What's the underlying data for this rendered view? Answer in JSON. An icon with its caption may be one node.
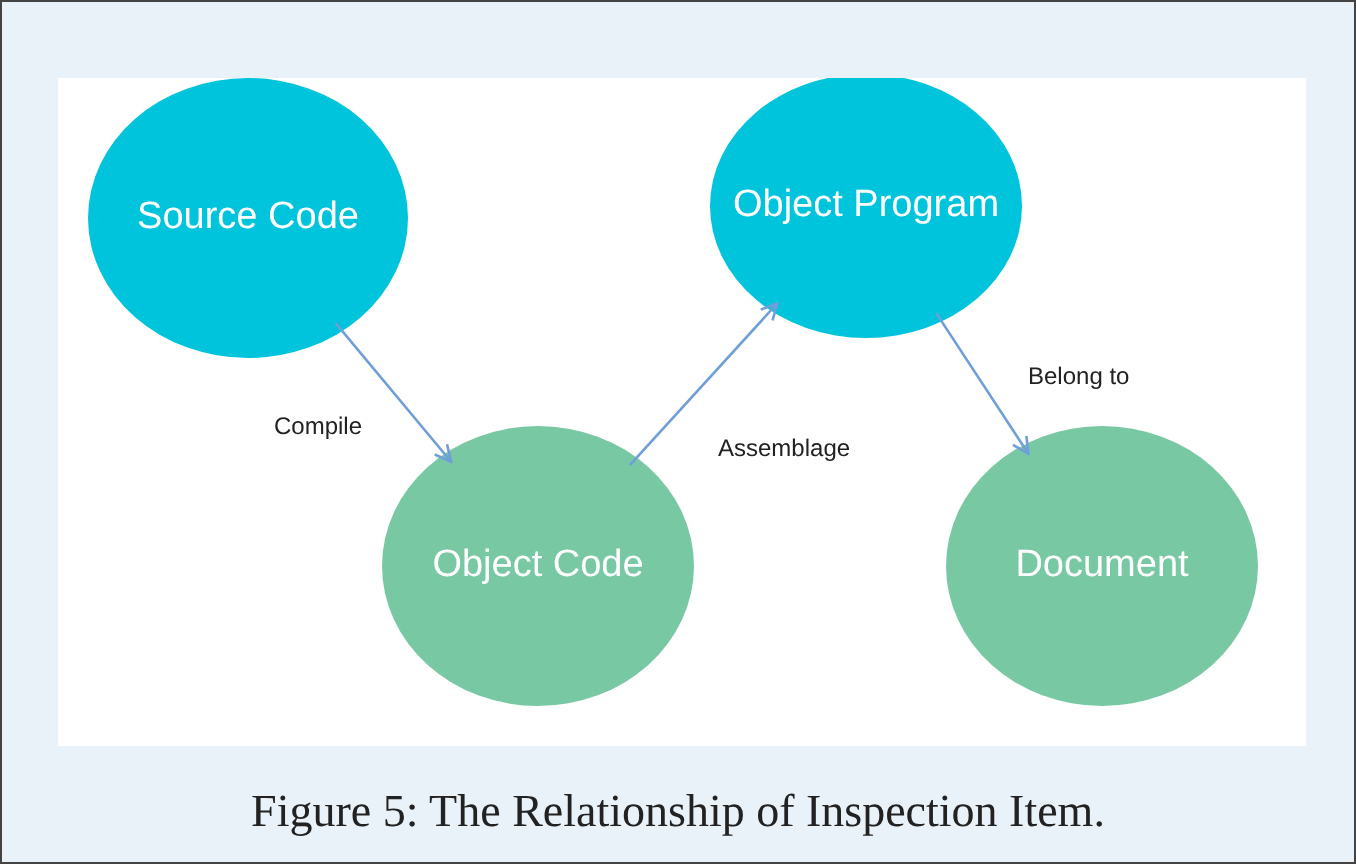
{
  "diagram": {
    "caption": "Figure 5: The Relationship of Inspection Item.",
    "nodes": [
      {
        "text": [
          "Source Code"
        ]
      },
      {
        "text": [
          "Object Program"
        ]
      },
      {
        "text": [
          "Object Code"
        ]
      },
      {
        "text": [
          "Document"
        ]
      }
    ],
    "edges": [
      {
        "from": 0,
        "to": 2,
        "arrow": "to",
        "label": "Compile"
      },
      {
        "from": 2,
        "to": 1,
        "arrow": "to",
        "label": "Assemblage"
      },
      {
        "from": 1,
        "to": 3,
        "arrow": "to",
        "label": "Belong to"
      }
    ]
  }
}
